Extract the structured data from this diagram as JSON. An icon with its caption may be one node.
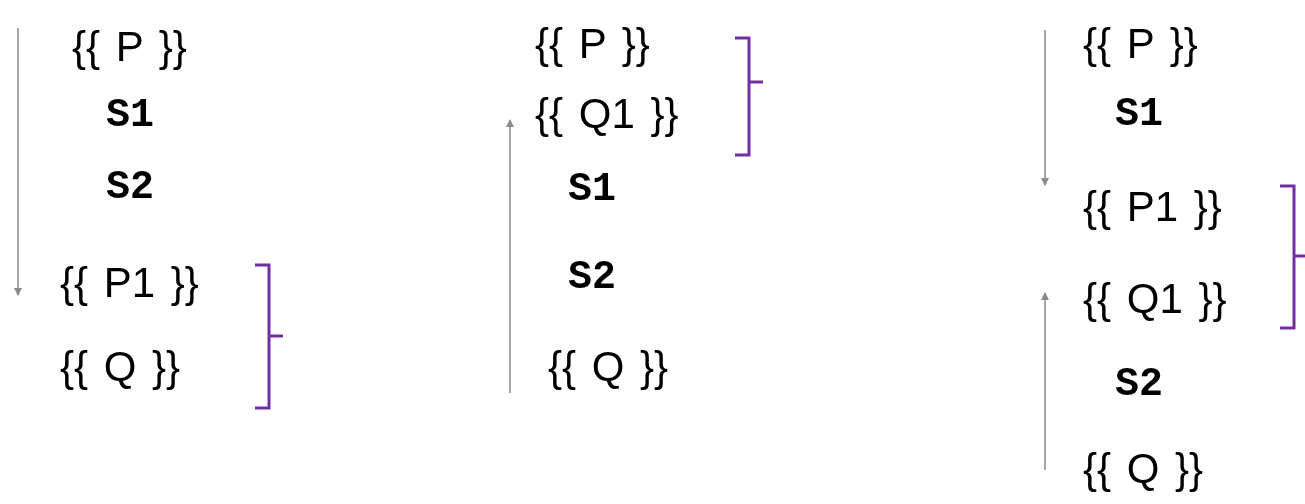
{
  "diagram": {
    "labels": [
      "{{ P }}",
      "S1",
      "S2",
      "{{ P1 }}",
      "{{ Q }}",
      "{{ P }}",
      "{{ Q1 }}",
      "S1",
      "S2",
      "{{ Q }}",
      "{{ P }}",
      "S1",
      "{{ P1 }}",
      "{{ Q1 }}",
      "S2",
      "{{ Q }}"
    ]
  }
}
